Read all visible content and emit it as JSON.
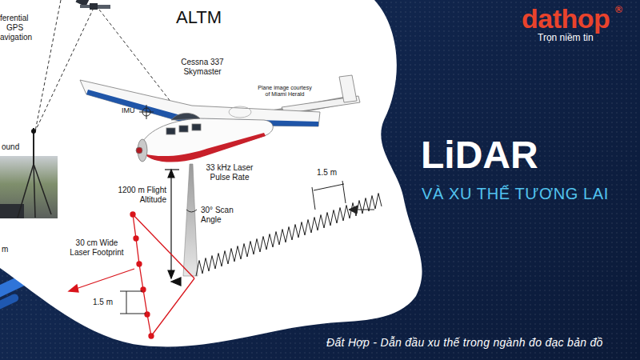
{
  "diagram": {
    "title": "LiDAR",
    "caption": "Đất Hợp - Dẫn đầu xu thế trong ngành đo đạc bản đồ",
    "labels": [
      "ALTM",
      "ferential",
      "GPS",
      "avigation",
      "Cessna 337 Skymaster",
      "Plane image courtesy of Miami Herald",
      "IMU",
      "ound",
      "33 kHz Laser Pulse Rate",
      "1.5 m",
      "1200 m Flight Altitude",
      "30° Scan Angle",
      "30 cm Wide Laser Footprint",
      "1.5 m",
      "m",
      "dathop",
      "®",
      "Trọn niềm tin",
      "VÀ XU THẾ TƯƠNG LAI"
    ]
  }
}
